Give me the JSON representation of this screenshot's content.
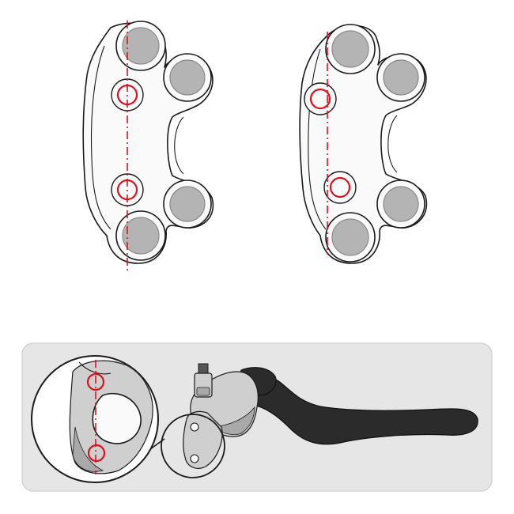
{
  "colors": {
    "background": "#ffffff",
    "panel": "#e6e6e6",
    "panel_border": "#cfcfcf",
    "outline": "#1a1a1a",
    "body_fill": "#fafafa",
    "hole_fill": "#b4b4b4",
    "hole_edge": "#8a8a8a",
    "marker": "#d9141e",
    "lever_dark": "#2b2b2b",
    "metal": "#cfcfcf",
    "metal_shade": "#a9a9a9"
  },
  "figure": {
    "panels": [
      {
        "id": "caliper-left",
        "description_icon": "caliper-mount-icon",
        "mark_offset": "on-axis"
      },
      {
        "id": "caliper-right",
        "description_icon": "caliper-mount-icon",
        "mark_offset": "offset-left"
      },
      {
        "id": "master-cylinder",
        "description_icon": "brake-lever-icon",
        "detail_view": "magnified"
      }
    ]
  }
}
